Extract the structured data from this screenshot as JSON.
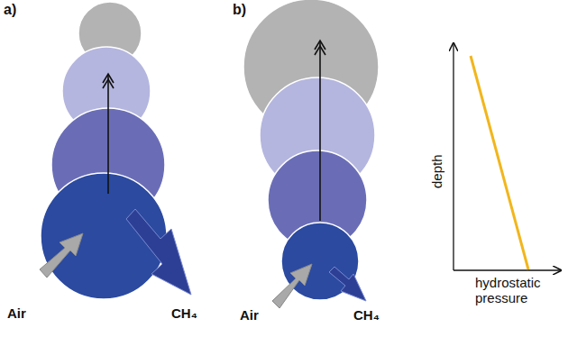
{
  "diagram": {
    "labels": [
      "a)",
      "b)",
      "Air",
      "CH₄",
      "Air",
      "CH₄",
      "depth",
      "hydrostatic pressure"
    ]
  }
}
